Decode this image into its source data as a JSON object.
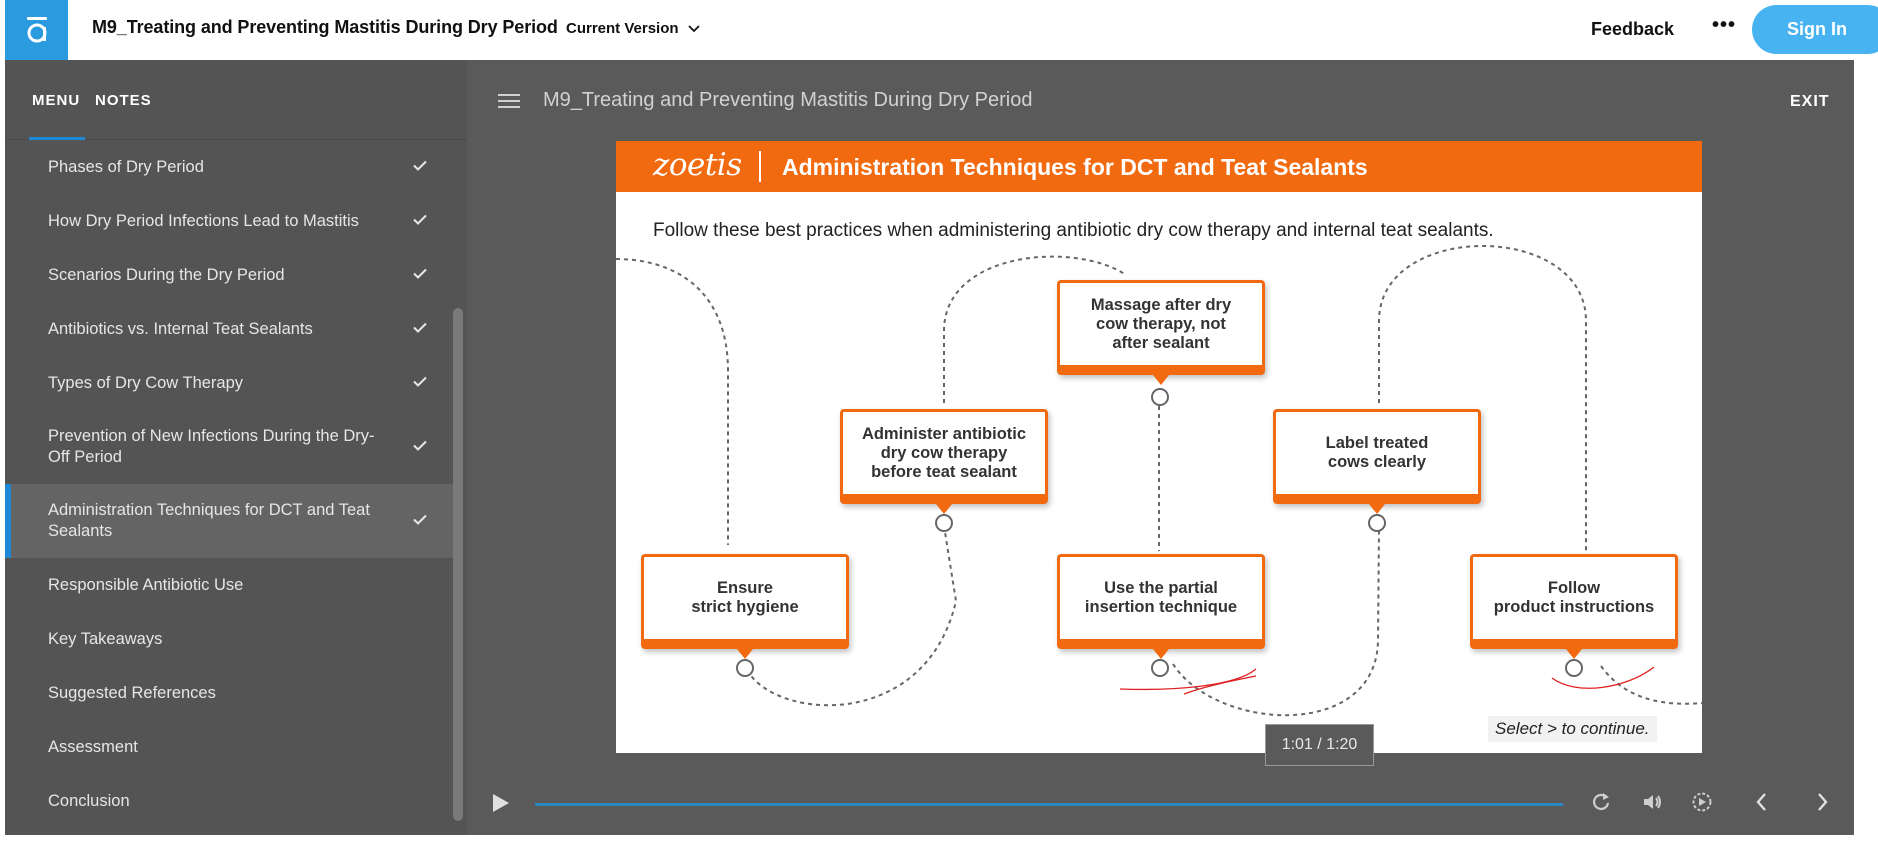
{
  "topbar": {
    "course_title": "M9_Treating and Preventing Mastitis During Dry Period",
    "version_label": "Current Version",
    "feedback_label": "Feedback",
    "more_label": "•••",
    "signin_label": "Sign In"
  },
  "sidebar": {
    "tabs": {
      "menu": "MENU",
      "notes": "NOTES"
    },
    "items": [
      {
        "label": "Phases of Dry Period",
        "completed": true
      },
      {
        "label": "How Dry Period Infections Lead to Mastitis",
        "completed": true
      },
      {
        "label": "Scenarios During the Dry Period",
        "completed": true
      },
      {
        "label": "Antibiotics vs. Internal Teat Sealants",
        "completed": true
      },
      {
        "label": "Types of Dry Cow Therapy",
        "completed": true
      },
      {
        "label": "Prevention of New Infections During the Dry-Off Period",
        "completed": true
      },
      {
        "label": "Administration Techniques for DCT and Teat Sealants",
        "completed": true,
        "active": true
      },
      {
        "label": "Responsible Antibiotic Use",
        "completed": false
      },
      {
        "label": "Key Takeaways",
        "completed": false
      },
      {
        "label": "Suggested References",
        "completed": false
      },
      {
        "label": "Assessment",
        "completed": false
      },
      {
        "label": "Conclusion",
        "completed": false
      }
    ]
  },
  "viewer": {
    "title": "M9_Treating and Preventing Mastitis During Dry Period",
    "exit_label": "EXIT"
  },
  "slide": {
    "brand": "zoetis",
    "heading": "Administration Techniques for DCT and Teat Sealants",
    "intro": "Follow these best practices when administering antibiotic dry cow therapy and internal teat sealants.",
    "steps": {
      "hygiene": "Ensure\nstrict hygiene",
      "administer": "Administer antibiotic\ndry cow therapy\nbefore teat sealant",
      "massage": "Massage after dry\ncow therapy, not\nafter sealant",
      "partial": "Use the partial\ninsertion technique",
      "label": "Label treated\ncows clearly",
      "follow": "Follow\nproduct instructions"
    },
    "hint": "Select > to continue."
  },
  "player": {
    "timestamp": "1:01 / 1:20",
    "progress": 0.99
  },
  "colors": {
    "accent": "#f26a10",
    "brand_blue": "#47b3f0",
    "active_bar": "#1e88d4",
    "sidebar_bg": "#545454",
    "viewer_bg": "#5a5a5a"
  },
  "icons": {
    "logo": "app-logo-icon",
    "chevron": "chevron-down-icon",
    "check": "check-icon",
    "menu": "hamburger-icon",
    "play": "play-icon",
    "replay": "replay-icon",
    "volume": "volume-icon",
    "captions": "captions-icon",
    "prev": "chevron-left-icon",
    "next": "chevron-right-icon"
  }
}
